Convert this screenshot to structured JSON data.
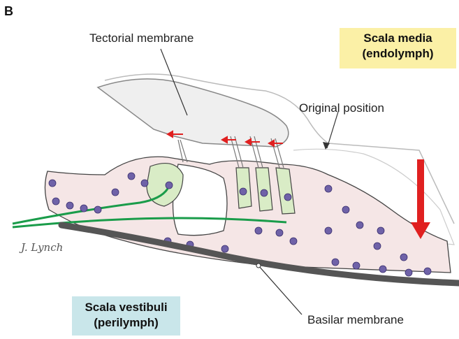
{
  "panel_label": "B",
  "labels": {
    "tectorial": "Tectorial membrane",
    "original": "Original position",
    "basilar": "Basilar membrane"
  },
  "scala_media": {
    "line1": "Scala media",
    "line2": "(endolymph)",
    "color": "#fbf0a6"
  },
  "scala_vestibuli": {
    "line1": "Scala vestibuli",
    "line2": "(perilymph)",
    "color": "#c9e6ea"
  },
  "signature": "J. Lynch",
  "colors": {
    "cells": "#f5e6e6",
    "hair_cells": "#d9ecc6",
    "nuclei": "#6f62a8",
    "nerve": "#1a9c4a",
    "basilar": "#555555",
    "arrow_red": "#e02020"
  }
}
